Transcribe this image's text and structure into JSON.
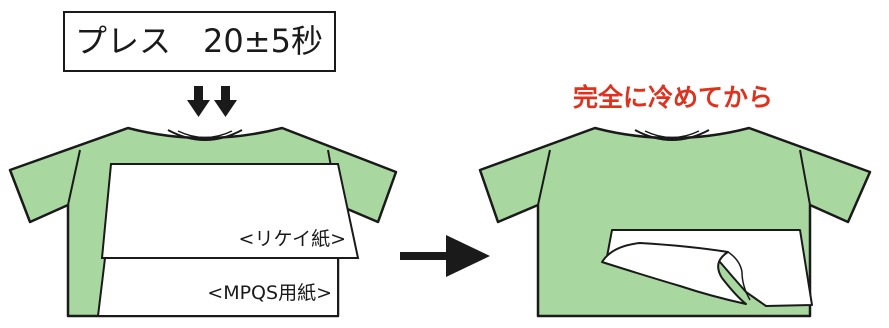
{
  "press_box": {
    "label": "プレス　20±5秒"
  },
  "cool_title": {
    "text": "完全に冷めてから",
    "color": "#e0301e"
  },
  "labels": {
    "transfer_paper": "<リケイ紙>",
    "mpqs_paper": "<MPQS用紙>"
  },
  "colors": {
    "shirt_fill": "#a8d8a0",
    "outline": "#1a1a1a",
    "paper_fill": "#ffffff"
  },
  "icons": {
    "press_arrow": "double-down-arrow-icon",
    "next_arrow": "right-arrow-icon"
  }
}
